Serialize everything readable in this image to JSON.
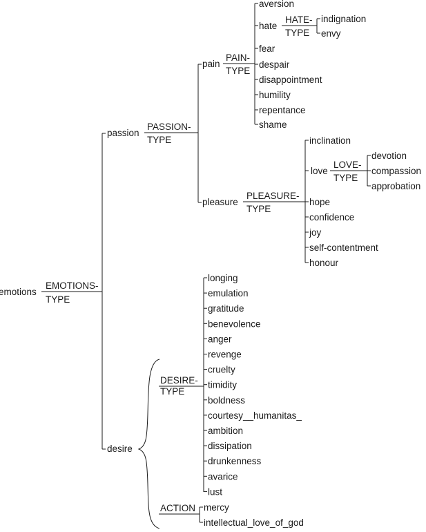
{
  "root": {
    "label": "emotions",
    "type_top": "EMOTIONS-",
    "type_bottom": "TYPE"
  },
  "passion": {
    "label": "passion",
    "type_top": "PASSION-",
    "type_bottom": "TYPE"
  },
  "pain": {
    "label": "pain",
    "type_top": "PAIN-",
    "type_bottom": "TYPE",
    "items": [
      "aversion",
      "hate",
      "fear",
      "despair",
      "disappointment",
      "humility",
      "repentance",
      "shame"
    ]
  },
  "hate": {
    "label": "hate",
    "type_top": "HATE-",
    "type_bottom": "TYPE",
    "items": [
      "indignation",
      "envy"
    ]
  },
  "pleasure": {
    "label": "pleasure",
    "type_top": "PLEASURE-",
    "type_bottom": "TYPE",
    "items": [
      "inclination",
      "love",
      "hope",
      "confidence",
      "joy",
      "self-contentment",
      "honour"
    ]
  },
  "love": {
    "label": "love",
    "type_top": "LOVE-",
    "type_bottom": "TYPE",
    "items": [
      "devotion",
      "compassion",
      "approbation"
    ]
  },
  "desire": {
    "label": "desire",
    "type_top": "DESIRE-",
    "type_bottom": "TYPE",
    "items": [
      "longing",
      "emulation",
      "gratitude",
      "benevolence",
      "anger",
      "revenge",
      "cruelty",
      "timidity",
      "boldness",
      "courtesy__humanitas_",
      "ambition",
      "dissipation",
      "drunkenness",
      "avarice",
      "lust"
    ],
    "action_label": "ACTION",
    "action_items": [
      "mercy",
      "intellectual_love_of_god"
    ]
  }
}
